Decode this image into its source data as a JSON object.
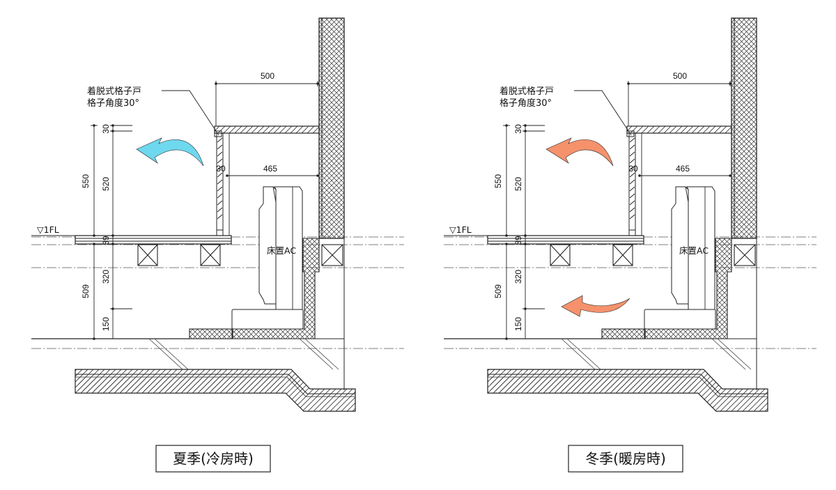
{
  "panels": [
    {
      "id": "summer",
      "caption": "夏季(冷房時)",
      "label_grille_line1": "着脱式格子戸",
      "label_grille_line2": "格子角度30°",
      "label_ac": "床置AC",
      "label_floor": "▽1FL",
      "dim_top": "500",
      "dim_mid": "465",
      "dim_30_a": "30",
      "dim_30_b": "30",
      "dim_550": "550",
      "dim_520": "520",
      "dim_39": "39",
      "dim_509": "509",
      "dim_320": "320",
      "dim_150": "150",
      "arrow_color": "#6ed8ef",
      "arrows": [
        "upper"
      ]
    },
    {
      "id": "winter",
      "caption": "冬季(暖房時)",
      "label_grille_line1": "着脱式格子戸",
      "label_grille_line2": "格子角度30°",
      "label_ac": "床置AC",
      "label_floor": "▽1FL",
      "dim_top": "500",
      "dim_mid": "465",
      "dim_30_a": "30",
      "dim_30_b": "30",
      "dim_550": "550",
      "dim_520": "520",
      "dim_39": "39",
      "dim_509": "509",
      "dim_320": "320",
      "dim_150": "150",
      "arrow_color": "#f5926c",
      "arrows": [
        "upper",
        "lower"
      ]
    }
  ]
}
